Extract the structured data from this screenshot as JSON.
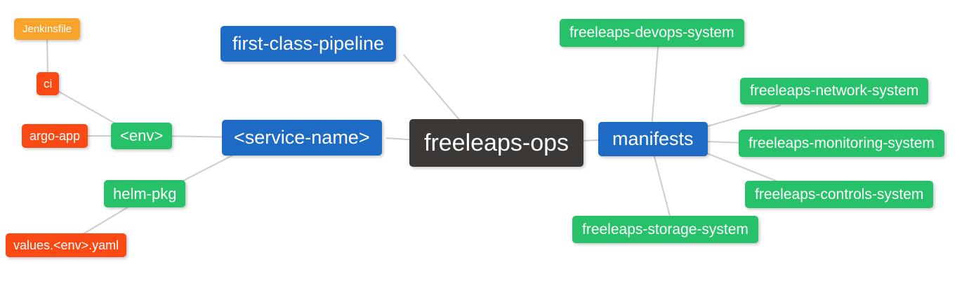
{
  "diagram": {
    "title": "freeleaps-ops mind map",
    "background_color": "#ffffff",
    "edge_color": "#cccccc",
    "text_color": "#ffffff",
    "colors": {
      "root": "#3b3836",
      "blue": "#1e6bc5",
      "green": "#26c169",
      "red": "#f94a15",
      "amber": "#f8a32c"
    },
    "nodes": [
      {
        "id": "jenkinsfile",
        "label": "Jenkinsfile",
        "role": "amber"
      },
      {
        "id": "ci",
        "label": "ci",
        "role": "red"
      },
      {
        "id": "argo-app",
        "label": "argo-app",
        "role": "red"
      },
      {
        "id": "env",
        "label": "<env>",
        "role": "green"
      },
      {
        "id": "helm-pkg",
        "label": "helm-pkg",
        "role": "green"
      },
      {
        "id": "values-env-yaml",
        "label": "values.<env>.yaml",
        "role": "red"
      },
      {
        "id": "first-class-pipeline",
        "label": "first-class-pipeline",
        "role": "blue"
      },
      {
        "id": "service-name",
        "label": "<service-name>",
        "role": "blue"
      },
      {
        "id": "freeleaps-ops",
        "label": "freeleaps-ops",
        "role": "root"
      },
      {
        "id": "manifests",
        "label": "manifests",
        "role": "blue"
      },
      {
        "id": "freeleaps-devops-system",
        "label": "freeleaps-devops-system",
        "role": "green"
      },
      {
        "id": "freeleaps-network-system",
        "label": "freeleaps-network-system",
        "role": "green"
      },
      {
        "id": "freeleaps-monitoring-system",
        "label": "freeleaps-monitoring-system",
        "role": "green"
      },
      {
        "id": "freeleaps-controls-system",
        "label": "freeleaps-controls-system",
        "role": "green"
      },
      {
        "id": "freeleaps-storage-system",
        "label": "freeleaps-storage-system",
        "role": "green"
      }
    ],
    "edges": [
      {
        "from": "jenkinsfile",
        "to": "ci"
      },
      {
        "from": "ci",
        "to": "env"
      },
      {
        "from": "argo-app",
        "to": "env"
      },
      {
        "from": "env",
        "to": "service-name"
      },
      {
        "from": "helm-pkg",
        "to": "service-name"
      },
      {
        "from": "values-env-yaml",
        "to": "helm-pkg"
      },
      {
        "from": "first-class-pipeline",
        "to": "freeleaps-ops"
      },
      {
        "from": "service-name",
        "to": "freeleaps-ops"
      },
      {
        "from": "freeleaps-ops",
        "to": "manifests"
      },
      {
        "from": "manifests",
        "to": "freeleaps-devops-system"
      },
      {
        "from": "manifests",
        "to": "freeleaps-network-system"
      },
      {
        "from": "manifests",
        "to": "freeleaps-monitoring-system"
      },
      {
        "from": "manifests",
        "to": "freeleaps-controls-system"
      },
      {
        "from": "manifests",
        "to": "freeleaps-storage-system"
      }
    ]
  }
}
